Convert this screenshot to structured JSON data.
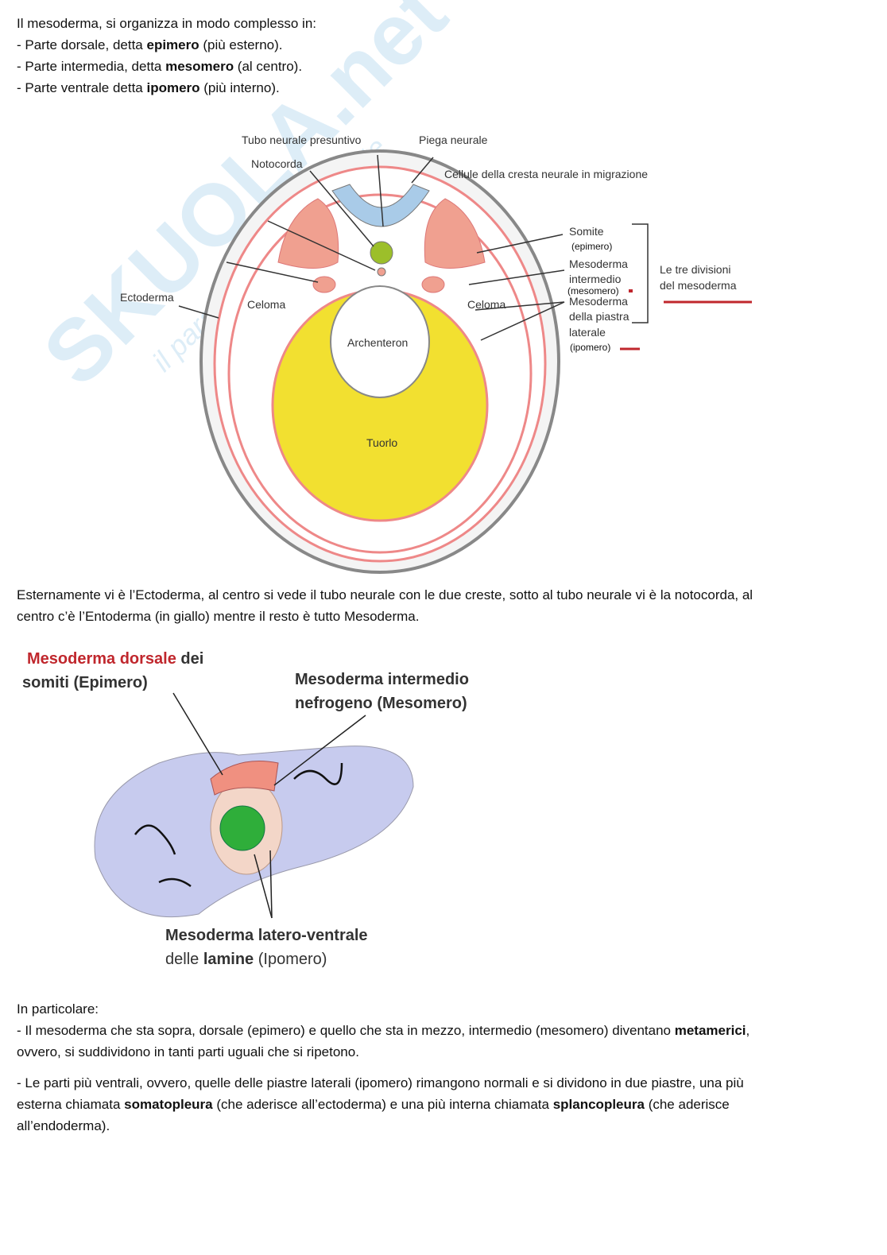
{
  "intro": {
    "line1": "Il mesoderma, si organizza in modo complesso in:",
    "items": [
      {
        "pre": "- Parte dorsale, detta ",
        "bold": "epimero",
        "post": " (più esterno)."
      },
      {
        "pre": "- Parte intermedia, detta ",
        "bold": "mesomero",
        "post": " (al centro)."
      },
      {
        "pre": "- Parte ventrale detta ",
        "bold": "ipomero",
        "post": " (più interno)."
      }
    ]
  },
  "watermark": {
    "brand": "SKUOLA.net",
    "tagline": "il paradiso dello studente"
  },
  "figure1": {
    "labels": {
      "tubo": "Tubo neurale presuntivo",
      "piega": "Piega neurale",
      "notocorda": "Notocorda",
      "cellule": "Cellule della cresta neurale in migrazione",
      "somite": "Somite",
      "epimero": "(epimero)",
      "mesoderma_int_1": "Mesoderma",
      "mesoderma_int_2": "intermedio",
      "mesomero": "(mesomero)",
      "piastra_1": "Mesoderma",
      "piastra_2": "della piastra",
      "piastra_3": "laterale",
      "ipomero": "(ipomero)",
      "tre_1": "Le tre divisioni",
      "tre_2": "del mesoderma",
      "ectoderma": "Ectoderma",
      "celoma_l": "Celoma",
      "celoma_r": "Celoma",
      "archenteron": "Archenteron",
      "tuorlo": "Tuorlo"
    },
    "colors": {
      "mesoderm": "#f0a090",
      "neural": "#a9cbe8",
      "yolk": "#f2e030",
      "notochord": "#9cbf2a",
      "underline": "#c0272d"
    }
  },
  "para1": {
    "line1": "Esternamente vi è l’Ectoderma, al centro si vede il tubo neurale con le due creste, sotto al tubo neurale vi è la notocorda, al",
    "line2": "centro c’è l’Entoderma (in giallo) mentre il resto è tutto Mesoderma."
  },
  "figure2": {
    "dorsale_red": "Mesoderma dorsale",
    "dorsale_rest": " dei",
    "dorsale_2": "somiti (Epimero)",
    "intermedio_red": "Mesoderma intermedio",
    "intermedio_2": "nefrogeno (Mesomero)",
    "ventrale_red": "Mesoderma latero-ventrale",
    "ventrale_pre": "delle ",
    "ventrale_bold": "lamine",
    "ventrale_post": " (Ipomero)"
  },
  "para2": {
    "heading": "In particolare:",
    "a_pre": "- Il mesoderma che sta sopra, dorsale (epimero) e quello che sta in mezzo, intermedio (mesomero) diventano ",
    "a_bold": "metamerici",
    "a_post": ",",
    "a_line2": "ovvero, si suddividono in tanti parti uguali che si ripetono.",
    "b_line1": "- Le parti più ventrali, ovvero, quelle delle piastre laterali (ipomero) rimangono normali e si dividono in due piastre, una più",
    "b_pre": "esterna chiamata ",
    "b_bold1": "somatopleura",
    "b_mid": " (che aderisce all’ectoderma) e una più interna chiamata ",
    "b_bold2": "splancopleura",
    "b_post": " (che aderisce",
    "b_line3": "all’endoderma)."
  }
}
